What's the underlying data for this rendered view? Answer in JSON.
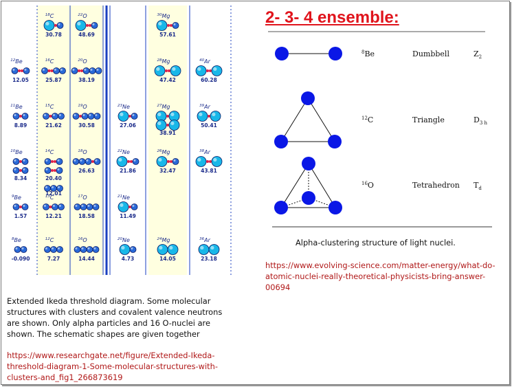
{
  "ikeda": {
    "columns": [
      {
        "id": "be",
        "cells": [
          {
            "row": 1,
            "label": "12Be",
            "value": "12.05",
            "shape": "a-nn-a"
          },
          {
            "row": 2,
            "label": "11Be",
            "value": "8.89",
            "shape": "a-n-a"
          },
          {
            "row": 3,
            "label": "10Be",
            "value": "8.34",
            "shape": "a-n-a-stack"
          },
          {
            "row": 4,
            "label": "9Be",
            "value": "1.57",
            "shape": "a-n-a"
          },
          {
            "row": 5,
            "label": "8Be",
            "value": "-0.090",
            "shape": "a-a"
          }
        ]
      },
      {
        "id": "c",
        "cells": [
          {
            "row": 0,
            "label": "18C",
            "value": "30.78",
            "shape": "o-n-a"
          },
          {
            "row": 1,
            "label": "16C",
            "value": "25.87",
            "shape": "a-nn-aa"
          },
          {
            "row": 2,
            "label": "15C",
            "value": "21.62",
            "shape": "a-n-aa"
          },
          {
            "row": 3,
            "label": "14C",
            "value": "20.40",
            "value2": "12.01",
            "shape": "a-nn-a-stack"
          },
          {
            "row": 4,
            "label": "13C",
            "value": "12.21",
            "shape": "a-n-aa"
          },
          {
            "row": 5,
            "label": "12C",
            "value": "7.27",
            "shape": "aaa"
          }
        ]
      },
      {
        "id": "o",
        "cells": [
          {
            "row": 0,
            "label": "22O",
            "value": "48.69",
            "shape": "o-nn-a"
          },
          {
            "row": 1,
            "label": "20O",
            "value": "38.19",
            "shape": "a-nn-aaa"
          },
          {
            "row": 2,
            "label": "19O",
            "value": "30.58",
            "shape": "a-n-aaa"
          },
          {
            "row": 3,
            "label": "18O",
            "value": "26.63",
            "shape": "aaa-n-a"
          },
          {
            "row": 4,
            "label": "17O",
            "value": "18.58",
            "shape": "aaaa"
          },
          {
            "row": 5,
            "label": "16O",
            "value": "14.44",
            "shape": "aaaa"
          }
        ]
      },
      {
        "id": "ne",
        "cells": [
          {
            "row": 2,
            "label": "23Ne",
            "value": "27.06",
            "shape": "o-n-a"
          },
          {
            "row": 3,
            "label": "22Ne",
            "value": "21.86",
            "shape": "o-nn-a"
          },
          {
            "row": 4,
            "label": "21Ne",
            "value": "11.49",
            "shape": "o-n-a"
          },
          {
            "row": 5,
            "label": "20Ne",
            "value": "4.73",
            "shape": "o-a"
          }
        ]
      },
      {
        "id": "mg",
        "cells": [
          {
            "row": 0,
            "label": "30Mg",
            "value": "57.61",
            "shape": "o-nn-a"
          },
          {
            "row": 1,
            "label": "28Mg",
            "value": "47.42",
            "shape": "o-nn-o"
          },
          {
            "row": 2,
            "label": "27Mg",
            "value": "38.91",
            "shape": "o-n-o-stack"
          },
          {
            "row": 3,
            "label": "26Mg",
            "value": "32.47",
            "shape": "o-nn-a"
          },
          {
            "row": 5,
            "label": "24Mg",
            "value": "14.05",
            "shape": "o-o"
          }
        ]
      },
      {
        "id": "ar",
        "cells": [
          {
            "row": 1,
            "label": "40Ar",
            "value": "60.28",
            "shape": "o-nn-o"
          },
          {
            "row": 2,
            "label": "39Ar",
            "value": "50.41",
            "shape": "o-n-o"
          },
          {
            "row": 3,
            "label": "38Ar",
            "value": "43.81",
            "shape": "o-nn-o"
          },
          {
            "row": 5,
            "label": "36Ar",
            "value": "23.18",
            "shape": "o-o"
          }
        ]
      }
    ],
    "caption": "Extended Ikeda threshold diagram. Some molecular structures with clusters and covalent valence neutrons are shown. Only alpha particles and 16 O-nuclei are shown. The schematic shapes are given together",
    "link": "https://www.researchgate.net/figure/Extended-Ikeda-threshold-diagram-1-Some-molecular-structures-with-clusters-and_fig1_266873619"
  },
  "ensemble": {
    "title": "2- 3- 4 ensemble:",
    "rows": [
      {
        "nucleus_mass": "8",
        "nucleus": "Be",
        "shape": "Dumbbell",
        "symmetry": "Z",
        "symmetry_sub": "2"
      },
      {
        "nucleus_mass": "12",
        "nucleus": "C",
        "shape": "Triangle",
        "symmetry": "D",
        "symmetry_sub": "3 h"
      },
      {
        "nucleus_mass": "16",
        "nucleus": "O",
        "shape": "Tetrahedron",
        "symmetry": "T",
        "symmetry_sub": "d"
      }
    ],
    "caption": "Alpha-clustering structure of light nuclei.",
    "link": "https://www.evolving-science.com/matter-energy/what-do-atomic-nuclei-really-theoretical-physicists-bring-answer-00694"
  },
  "colors": {
    "alpha": "#2a6ad8",
    "oxygen": "#19b7e8",
    "neutron": "#e0224a",
    "column_tint": "#ffffe0",
    "divider": "#1a3fbf",
    "node": "#0a17e6",
    "title": "#e0141c",
    "link": "#b01818"
  }
}
